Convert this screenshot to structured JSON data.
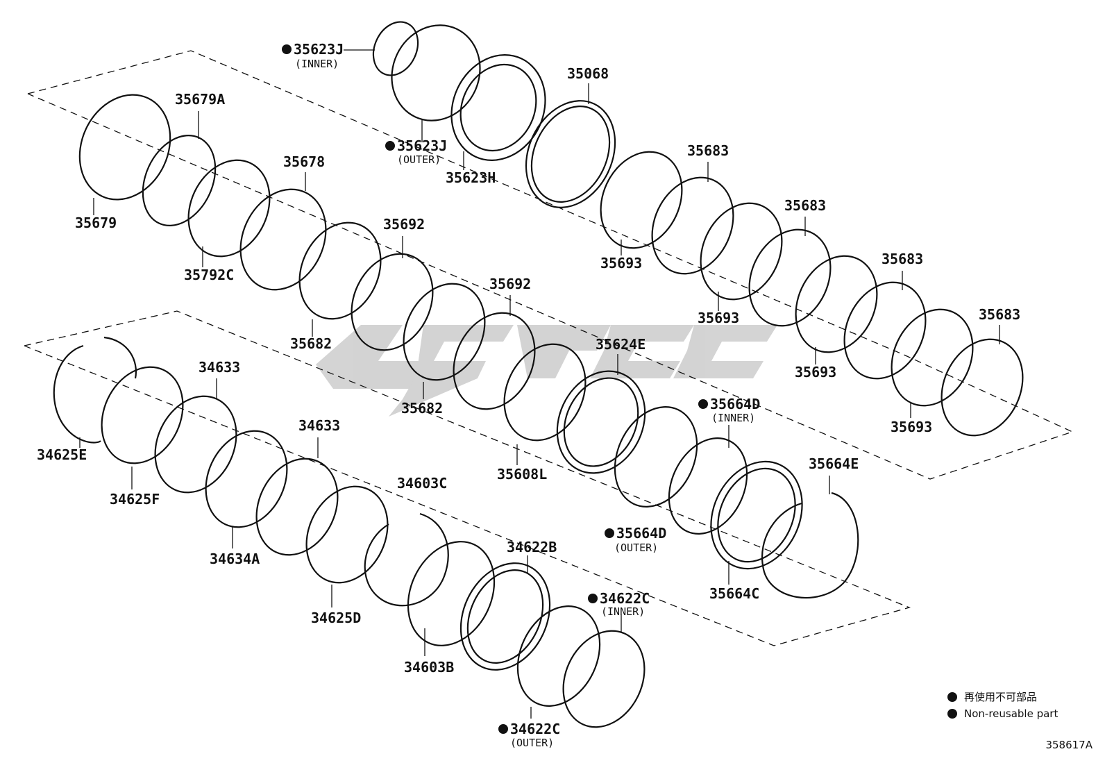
{
  "parts": [
    {
      "id": "p35623J_in",
      "label": "35623J",
      "note": "(INNER)",
      "nonreusable": true
    },
    {
      "id": "p35623J_out",
      "label": "35623J",
      "note": "(OUTER)",
      "nonreusable": true
    },
    {
      "id": "p35623H",
      "label": "35623H"
    },
    {
      "id": "p35068",
      "label": "35068"
    },
    {
      "id": "p35679A",
      "label": "35679A"
    },
    {
      "id": "p35679",
      "label": "35679"
    },
    {
      "id": "p35678",
      "label": "35678"
    },
    {
      "id": "p35792C",
      "label": "35792C"
    },
    {
      "id": "p35692a",
      "label": "35692"
    },
    {
      "id": "p35682a",
      "label": "35682"
    },
    {
      "id": "p35692b",
      "label": "35692"
    },
    {
      "id": "p35682b",
      "label": "35682"
    },
    {
      "id": "p35683a",
      "label": "35683"
    },
    {
      "id": "p35693a",
      "label": "35693"
    },
    {
      "id": "p35683b",
      "label": "35683"
    },
    {
      "id": "p35693b",
      "label": "35693"
    },
    {
      "id": "p35683c",
      "label": "35683"
    },
    {
      "id": "p35693c",
      "label": "35693"
    },
    {
      "id": "p35683d",
      "label": "35683"
    },
    {
      "id": "p35693d",
      "label": "35693"
    },
    {
      "id": "p35624E",
      "label": "35624E"
    },
    {
      "id": "p35608L",
      "label": "35608L"
    },
    {
      "id": "p35664D_in",
      "label": "35664D",
      "note": "(INNER)",
      "nonreusable": true
    },
    {
      "id": "p35664D_out",
      "label": "35664D",
      "note": "(OUTER)",
      "nonreusable": true
    },
    {
      "id": "p35664E",
      "label": "35664E"
    },
    {
      "id": "p35664C",
      "label": "35664C"
    },
    {
      "id": "p34633a",
      "label": "34633"
    },
    {
      "id": "p34633b",
      "label": "34633"
    },
    {
      "id": "p34625E",
      "label": "34625E"
    },
    {
      "id": "p34625F",
      "label": "34625F"
    },
    {
      "id": "p34634A",
      "label": "34634A"
    },
    {
      "id": "p34603C",
      "label": "34603C"
    },
    {
      "id": "p34625D",
      "label": "34625D"
    },
    {
      "id": "p34622B",
      "label": "34622B"
    },
    {
      "id": "p34622C_in",
      "label": "34622C",
      "note": "(INNER)",
      "nonreusable": true
    },
    {
      "id": "p34622C_out",
      "label": "34622C",
      "note": "(OUTER)",
      "nonreusable": true
    },
    {
      "id": "p34603B",
      "label": "34603B"
    }
  ],
  "legend": {
    "line1": "再使用不可部品",
    "line2": "Non-reusable part"
  },
  "diagram_code": "358617A",
  "colors": {
    "ink": "#111111",
    "watermark": "#c8c8c8"
  }
}
